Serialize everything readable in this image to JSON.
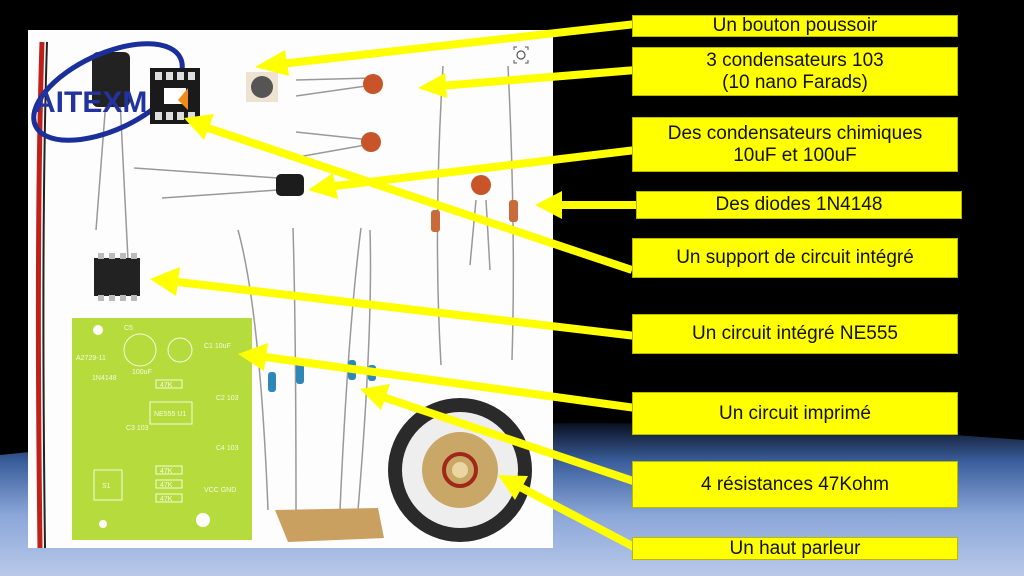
{
  "logo": {
    "text": "AITEXM"
  },
  "labels": {
    "push_button": "Un bouton poussoir",
    "capacitors_103_line1": "3 condensateurs 103",
    "capacitors_103_line2": "(10 nano Farads)",
    "electrolytic_line1": "Des condensateurs chimiques",
    "electrolytic_line2": "10uF et 100uF",
    "diodes": "Des diodes 1N4148",
    "ic_socket": "Un support de circuit intégré",
    "ic_ne555": "Un circuit intégré NE555",
    "pcb": "Un circuit imprimé",
    "resistors": "4 résistances 47Kohm",
    "speaker": "Un haut parleur"
  },
  "pcb_silkscreen": {
    "ic": "NE555 U1",
    "r": "47K",
    "c1": "C1 10uF",
    "c5": "C5",
    "c2": "C2 103",
    "c3": "C3 103",
    "c4": "C4 103",
    "d": "1N4148",
    "cap100": "100uF",
    "s1": "S1",
    "vcc": "VCC GND",
    "board": "A2729-11"
  },
  "colors": {
    "label_bg": "#ffff00",
    "arrow": "#ffff00",
    "pcb": "#b5dc3c"
  }
}
